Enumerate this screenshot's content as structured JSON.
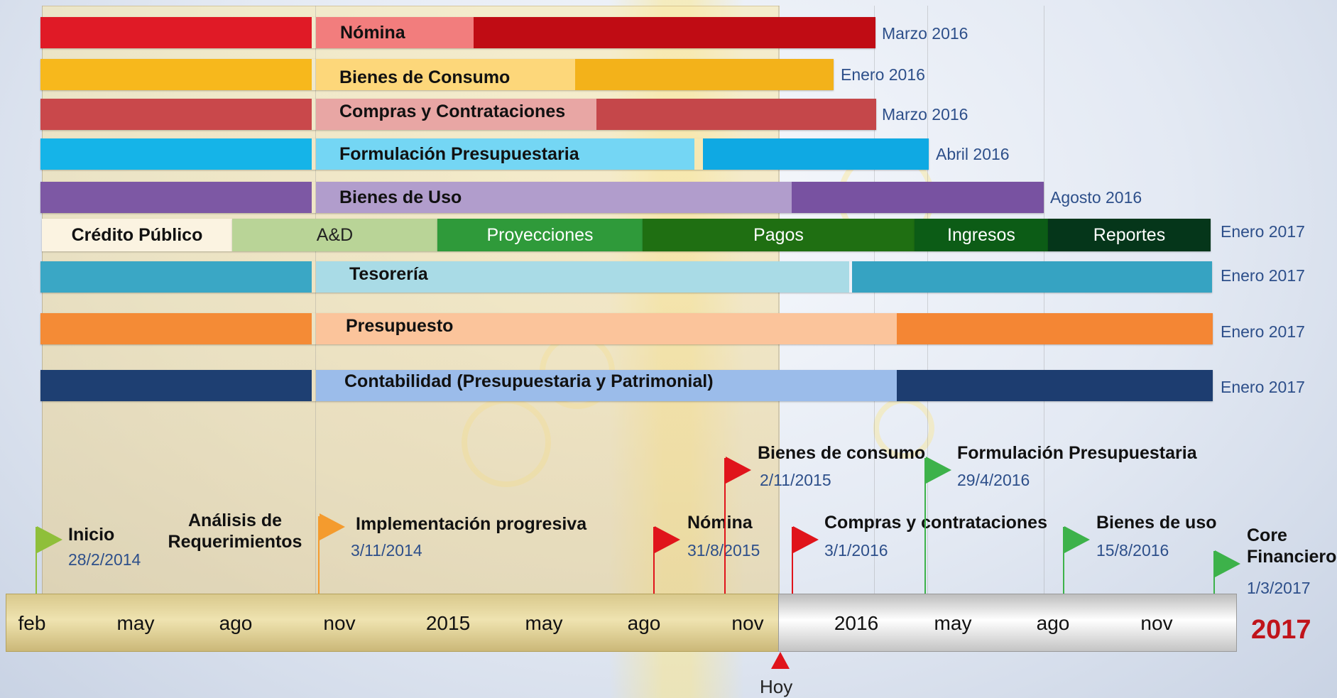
{
  "colors": {
    "today_marker": "#e0141b",
    "end_date_text": "#2d4f8a",
    "year_end_text": "#c0141b"
  },
  "bars": [
    {
      "label": "Nómina",
      "end_date": "Marzo 2016",
      "pre": "#e01a26",
      "done": "#f27d7d",
      "rest": "#c00c14"
    },
    {
      "label": "Bienes de Consumo",
      "end_date": "Enero 2016",
      "pre": "#f7b81c",
      "done": "#fdd77a",
      "rest": "#f3b21a"
    },
    {
      "label": "Compras y Contrataciones",
      "end_date": "Marzo 2016",
      "pre": "#c9484b",
      "done": "#e8a6a4",
      "rest": "#c5474a"
    },
    {
      "label": "Formulación Presupuestaria",
      "end_date": "Abril 2016",
      "pre": "#15b4e8",
      "done": "#74d6f4",
      "rest": "#0fa9e3"
    },
    {
      "label": "Bienes de Uso",
      "end_date": "Agosto 2016",
      "pre": "#7d58a4",
      "done": "#b19dcc",
      "rest": "#7852a1"
    },
    {
      "label": "Tesorería",
      "end_date": "Enero 2017",
      "pre": "#3aa7c5",
      "done": "#a9dbe6",
      "rest": "#36a3c2"
    },
    {
      "label": "Presupuesto",
      "end_date": "Enero 2017",
      "pre": "#f48b36",
      "done": "#fbc49b",
      "rest": "#f48634"
    },
    {
      "label": "Contabilidad (Presupuestaria y Patrimonial)",
      "end_date": "Enero 2017",
      "pre": "#1e3f72",
      "done": "#9bbcea",
      "rest": "#1d3d70"
    }
  ],
  "credito_publico": {
    "label": "Crédito Público",
    "end_date": "Enero 2017",
    "segments": [
      {
        "label": "A&D",
        "color": "#b9d497",
        "text_color": "#222222"
      },
      {
        "label": "Proyecciones",
        "color": "#2f9a3a",
        "text_color": "#ffffff"
      },
      {
        "label": "Pagos",
        "color": "#1f6f12",
        "text_color": "#ffffff"
      },
      {
        "label": "Ingresos",
        "color": "#0c5c16",
        "text_color": "#ffffff"
      },
      {
        "label": "Reportes",
        "color": "#05361a",
        "text_color": "#ffffff"
      }
    ]
  },
  "axis_ticks": [
    "feb",
    "may",
    "ago",
    "nov",
    "2015",
    "may",
    "ago",
    "nov",
    "2016",
    "may",
    "ago",
    "nov"
  ],
  "year_end": "2017",
  "today": {
    "label": "Hoy"
  },
  "milestones": [
    {
      "title": "Inicio",
      "date": "28/2/2014",
      "flag_color": "#8fbf3a"
    },
    {
      "title": "Análisis de Requerimientos",
      "date": ""
    },
    {
      "title": "Implementación progresiva",
      "date": "3/11/2014",
      "flag_color": "#f49b2e"
    },
    {
      "title": "Nómina",
      "date": "31/8/2015",
      "flag_color": "#e0141b"
    },
    {
      "title": "Bienes de consumo",
      "date": "2/11/2015",
      "flag_color": "#e0141b"
    },
    {
      "title": "Compras y contrataciones",
      "date": "3/1/2016",
      "flag_color": "#e0141b"
    },
    {
      "title": "Formulación Presupuestaria",
      "date": "29/4/2016",
      "flag_color": "#3db24a"
    },
    {
      "title": "Bienes de uso",
      "date": "15/8/2016",
      "flag_color": "#3db24a"
    },
    {
      "title": "Core Financiero",
      "date": "1/3/2017",
      "flag_color": "#3db24a"
    }
  ]
}
